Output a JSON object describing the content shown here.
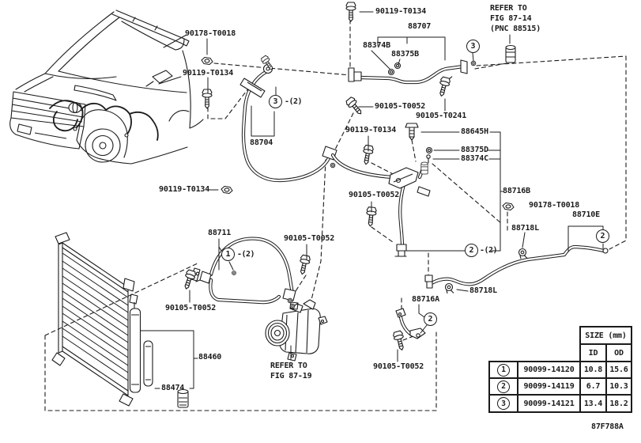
{
  "figure": {
    "code": "87F788A",
    "background": "#ffffff",
    "line_color": "#1b1b1b"
  },
  "labels": [
    {
      "text": "90119-T0134"
    },
    {
      "text": "88707"
    },
    {
      "text": "90178-T0018"
    },
    {
      "text": "88374B"
    },
    {
      "text": "88375B"
    },
    {
      "text": "90119-T0134"
    },
    {
      "text": "90105-T0052"
    },
    {
      "text": "90105-T0241"
    },
    {
      "text": "90119-T0134"
    },
    {
      "text": "88645H"
    },
    {
      "text": "88375D"
    },
    {
      "text": "88374C"
    },
    {
      "text": "88704"
    },
    {
      "text": "90105-T0052"
    },
    {
      "text": "90119-T0134"
    },
    {
      "text": "88716B"
    },
    {
      "text": "90178-T0018"
    },
    {
      "text": "88710E"
    },
    {
      "text": "88718L"
    },
    {
      "text": "88711"
    },
    {
      "text": "90105-T0052"
    },
    {
      "text": "88718L"
    },
    {
      "text": "88716A"
    },
    {
      "text": "90105-T0052"
    },
    {
      "text": "88460"
    },
    {
      "text": "88474"
    },
    {
      "text": "90105-T0052"
    },
    {
      "text": "87F788A"
    }
  ],
  "notes": {
    "fig1": "REFER TO\nFIG 87-14\n(PNC 88515)",
    "fig2": "REFER TO\nFIG 87-19"
  },
  "callouts": [
    {
      "number": "3",
      "suffix": ""
    },
    {
      "number": "3",
      "suffix": "-(2)"
    },
    {
      "number": "1",
      "suffix": "-(2)"
    },
    {
      "number": "2",
      "suffix": "-(2)"
    },
    {
      "number": "2",
      "suffix": ""
    },
    {
      "number": "2",
      "suffix": ""
    }
  ],
  "size_table": {
    "title": "SIZE (mm)",
    "col_id": "ID",
    "col_od": "OD",
    "rows": [
      {
        "num": "1",
        "part": "90099-14120",
        "id": "10.8",
        "od": "15.6"
      },
      {
        "num": "2",
        "part": "90099-14119",
        "id": "6.7",
        "od": "10.3"
      },
      {
        "num": "3",
        "part": "90099-14121",
        "id": "13.4",
        "od": "18.2"
      }
    ]
  },
  "icons": {
    "bolt": "bolt-icon",
    "nut": "flange-nut-icon",
    "ring": "o-ring-icon",
    "clamp": "pipe-clamp-icon",
    "valve": "charge-valve-icon",
    "sensor": "pressure-switch-icon"
  }
}
